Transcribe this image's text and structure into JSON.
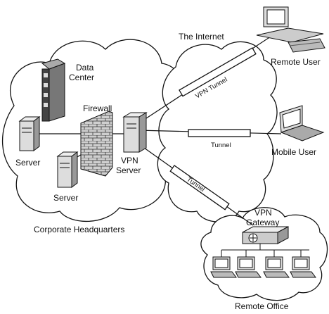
{
  "labels": {
    "internet": "The Internet",
    "remote_user": "Remote User",
    "data_center_line1": "Data",
    "data_center_line2": "Center",
    "firewall": "Firewall",
    "vpn_server_line1": "VPN",
    "vpn_server_line2": "Server",
    "server_left": "Server",
    "server_bottom": "Server",
    "mobile_user": "Mobile User",
    "corporate_hq": "Corporate Headquarters",
    "vpn_gateway_line1": "VPN",
    "vpn_gateway_line2": "Gateway",
    "remote_office": "Remote Office"
  },
  "tunnels": {
    "vpn_tunnel": "VPN Tunnel",
    "tunnel_mobile": "Tunnel",
    "tunnel_office": "Tunnel"
  },
  "colors": {
    "stroke": "#111111",
    "device_gray": "#d9d9d9",
    "device_dark": "#555555",
    "brick": "#c8c8c8"
  }
}
